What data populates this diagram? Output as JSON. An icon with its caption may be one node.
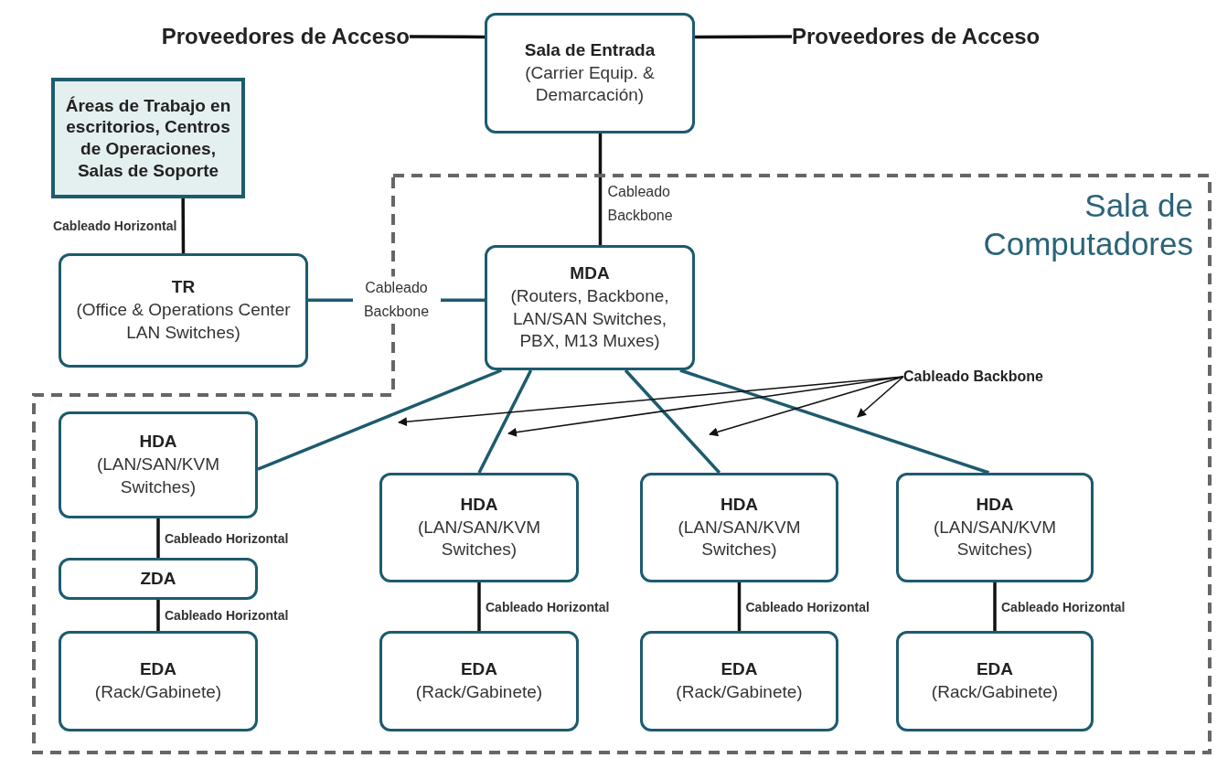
{
  "diagram": {
    "nodes": [
      {
        "text": [
          "Proveedores de Acceso"
        ]
      },
      {
        "text": [
          "Sala de Entrada",
          "(Carrier Equip. & Demarcación)"
        ]
      },
      {
        "text": [
          "Proveedores de Acceso"
        ]
      },
      {
        "text": [
          "Áreas de Trabajo en escritorios, Centros de Operaciones, Salas de Soporte"
        ]
      },
      {
        "text": [
          "Sala de Computadores"
        ]
      },
      {
        "text": [
          "TR",
          "(Office & Operations Center LAN Switches)"
        ]
      },
      {
        "text": [
          "MDA",
          "(Routers, Backbone, LAN/SAN Switches, PBX, M13 Muxes)"
        ],
        "in": 4
      },
      {
        "text": [
          "HDA",
          "(LAN/SAN/KVM Switches)"
        ],
        "in": 4
      },
      {
        "text": [
          "HDA",
          "(LAN/SAN/KVM Switches)"
        ],
        "in": 4
      },
      {
        "text": [
          "HDA",
          "(LAN/SAN/KVM Switches)"
        ],
        "in": 4
      },
      {
        "text": [
          "HDA",
          "(LAN/SAN/KVM Switches)"
        ],
        "in": 4
      },
      {
        "text": [
          "ZDA"
        ],
        "in": 4
      },
      {
        "text": [
          "EDA",
          "(Rack/Gabinete)"
        ],
        "in": 4
      },
      {
        "text": [
          "EDA",
          "(Rack/Gabinete)"
        ],
        "in": 4
      },
      {
        "text": [
          "EDA",
          "(Rack/Gabinete)"
        ],
        "in": 4
      },
      {
        "text": [
          "EDA",
          "(Rack/Gabinete)"
        ],
        "in": 4
      },
      {
        "text": [
          "Cableado Backbone"
        ],
        "in": 4
      }
    ],
    "edges": [
      {
        "from": 0,
        "to": 1,
        "arrow": "none"
      },
      {
        "from": 1,
        "to": 2,
        "arrow": "none"
      },
      {
        "from": 1,
        "to": 6,
        "arrow": "none",
        "label": "Cableado Backbone"
      },
      {
        "from": 3,
        "to": 5,
        "arrow": "none",
        "label": "Cableado Horizontal"
      },
      {
        "from": 5,
        "to": 6,
        "arrow": "none",
        "label": "Cableado Backbone",
        "color": "#1d5b6e"
      },
      {
        "from": 6,
        "to": 7,
        "arrow": "none",
        "color": "#1d5b6e"
      },
      {
        "from": 6,
        "to": 8,
        "arrow": "none",
        "color": "#1d5b6e"
      },
      {
        "from": 6,
        "to": 9,
        "arrow": "none",
        "color": "#1d5b6e"
      },
      {
        "from": 6,
        "to": 10,
        "arrow": "none",
        "color": "#1d5b6e"
      },
      {
        "from": 7,
        "to": 11,
        "arrow": "none",
        "label": "Cableado Horizontal"
      },
      {
        "from": 11,
        "to": 12,
        "arrow": "none",
        "label": "Cableado Horizontal"
      },
      {
        "from": 8,
        "to": 13,
        "arrow": "none",
        "label": "Cableado Horizontal"
      },
      {
        "from": 9,
        "to": 14,
        "arrow": "none",
        "label": "Cableado Horizontal"
      },
      {
        "from": 10,
        "to": 15,
        "arrow": "none",
        "label": "Cableado Horizontal"
      },
      {
        "from": 16,
        "to": null,
        "arrow": "to"
      },
      {
        "from": 16,
        "to": null,
        "arrow": "to"
      },
      {
        "from": 16,
        "to": null,
        "arrow": "to"
      },
      {
        "from": 16,
        "to": null,
        "arrow": "to"
      }
    ]
  }
}
